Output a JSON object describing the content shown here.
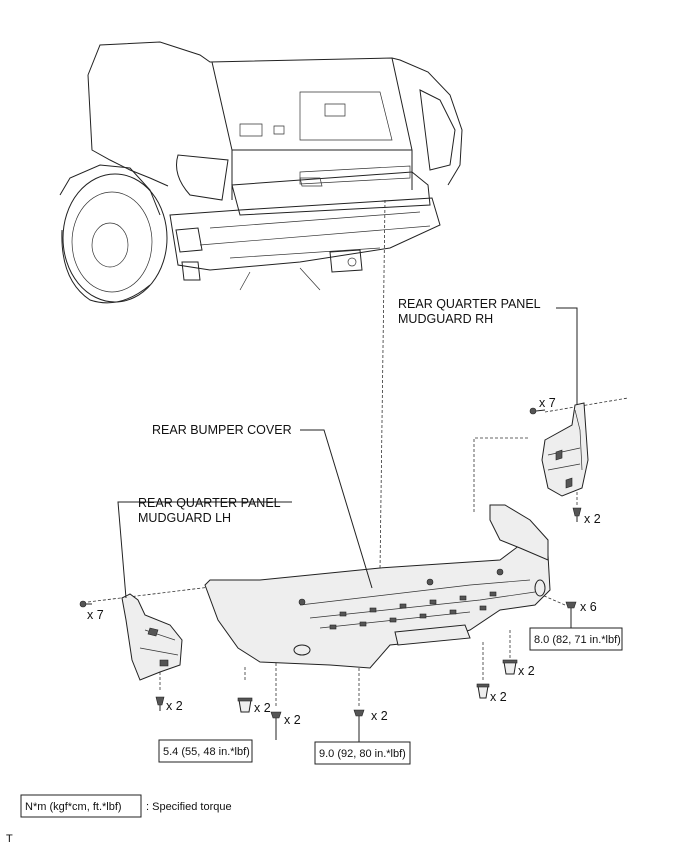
{
  "labels": {
    "rear_quarter_panel_mudguard_rh_line1": "REAR QUARTER PANEL",
    "rear_quarter_panel_mudguard_rh_line2": "MUDGUARD RH",
    "rear_bumper_cover": "REAR BUMPER COVER",
    "rear_quarter_panel_mudguard_lh_line1": "REAR QUARTER PANEL",
    "rear_quarter_panel_mudguard_lh_line2": "MUDGUARD LH"
  },
  "quantities": {
    "rh_top_screws": "x 7",
    "rh_bottom_clip": "x 2",
    "lh_screws": "x 7",
    "lh_bottom_clip": "x 2",
    "bottom_clip_left": "x 2",
    "bottom_bolt_left": "x 2",
    "bottom_bolt_center": "x 2",
    "bottom_clip_right_upper": "x 2",
    "bottom_bolt_right": "x 2",
    "side_bolts_right": "x 6"
  },
  "torques": {
    "right": "8.0 (82, 71 in.*lbf)",
    "left": "5.4 (55, 48 in.*lbf)",
    "center": "9.0 (92, 80 in.*lbf)"
  },
  "legend": {
    "box_text": "N*m (kgf*cm, ft.*lbf)",
    "description": ": Specified torque"
  },
  "corner_mark": "T"
}
